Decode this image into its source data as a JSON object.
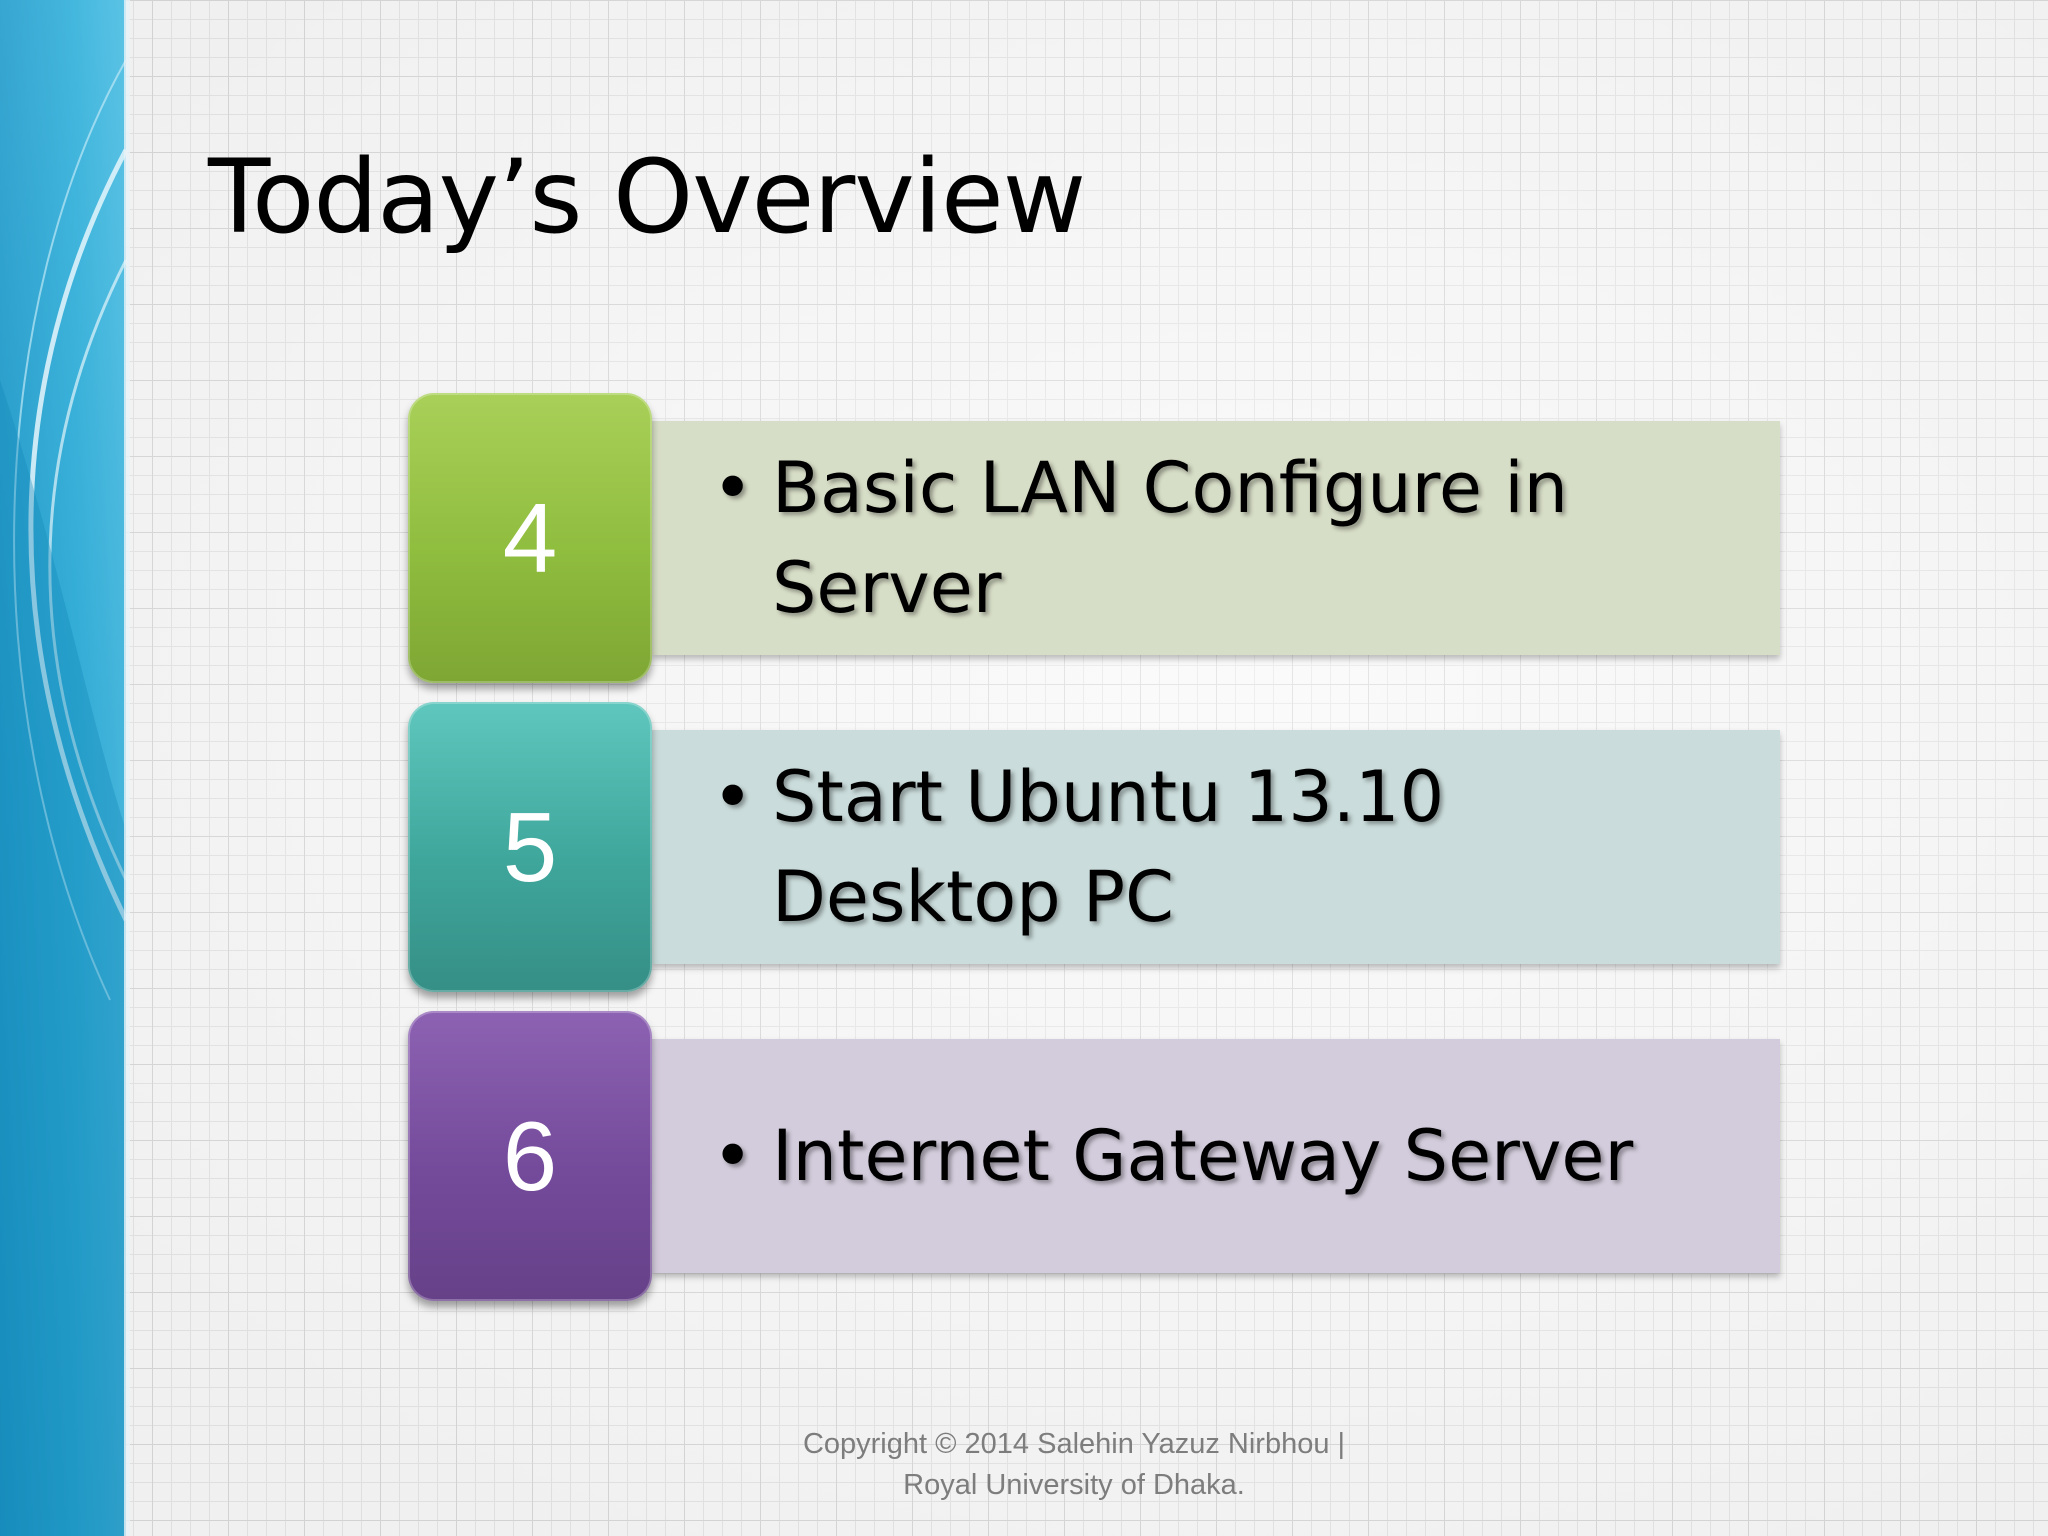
{
  "slide": {
    "title": "Today’s Overview",
    "items": [
      {
        "number": "4",
        "bullet": "•",
        "text": "Basic LAN Configure in Server",
        "color": "#8fbd3e"
      },
      {
        "number": "5",
        "bullet": "•",
        "text": "Start Ubuntu 13.10 Desktop PC",
        "color": "#3fa69c"
      },
      {
        "number": "6",
        "bullet": "•",
        "text": "Internet Gateway Server",
        "color": "#744a9b"
      }
    ],
    "footer": {
      "line1": "Copyright © 2014 Salehin Yazuz Nirbhou |",
      "line2": "Royal University of Dhaka."
    }
  },
  "theme": {
    "accent_band": "#2fa9d3"
  }
}
